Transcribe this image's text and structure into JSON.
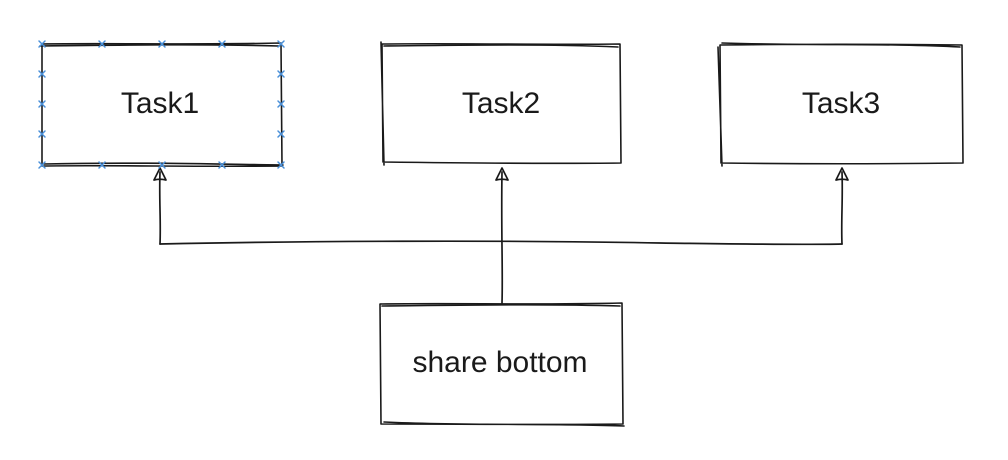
{
  "diagram": {
    "tasks": [
      {
        "label": "Task1",
        "selected": true
      },
      {
        "label": "Task2",
        "selected": false
      },
      {
        "label": "Task3",
        "selected": false
      }
    ],
    "bottom": {
      "label": "share bottom"
    }
  },
  "colors": {
    "stroke": "#1a1a1a",
    "selection_handle": "#4a90d9",
    "background": "#ffffff"
  }
}
